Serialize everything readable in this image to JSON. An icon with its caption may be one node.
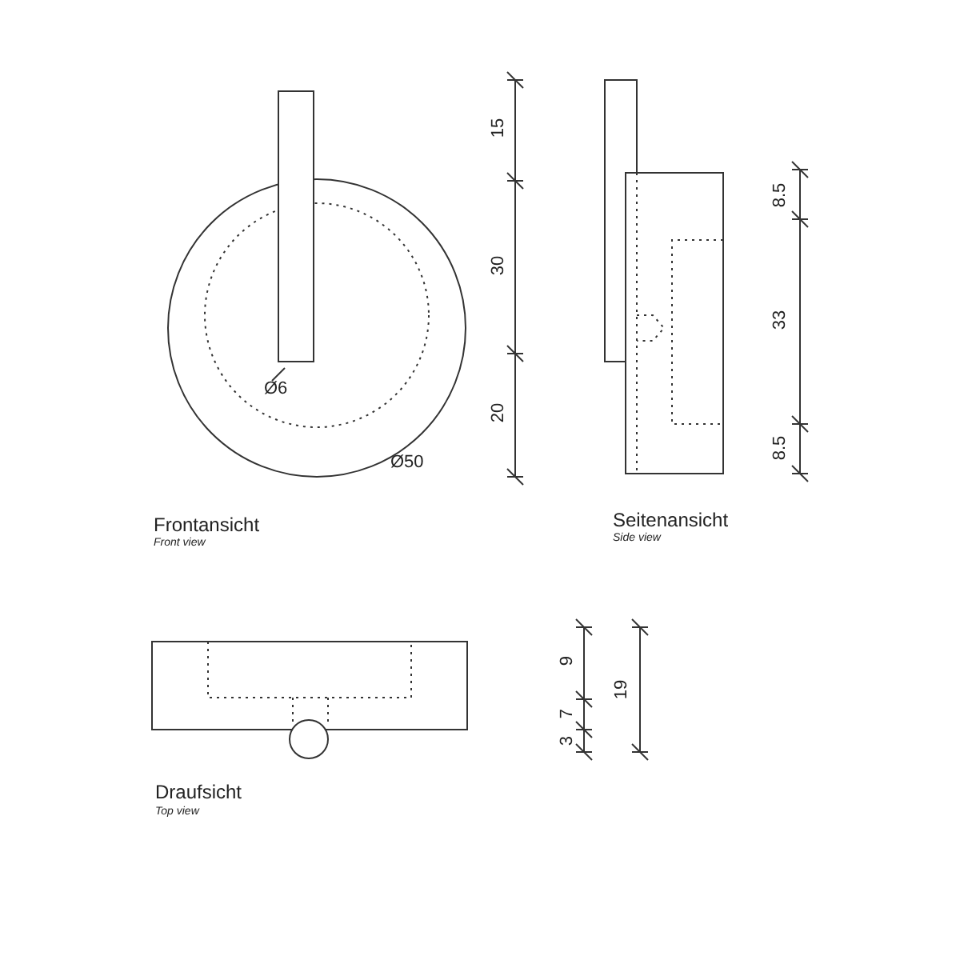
{
  "diagram": {
    "labels": [
      "15",
      "30",
      "20",
      "8.5",
      "33",
      "8.5",
      "Ø6",
      "Ø50",
      "Frontansicht",
      "Front view",
      "Seitenansicht",
      "Side view",
      "9",
      "7",
      "3",
      "19",
      "Draufsicht",
      "Top view"
    ]
  }
}
